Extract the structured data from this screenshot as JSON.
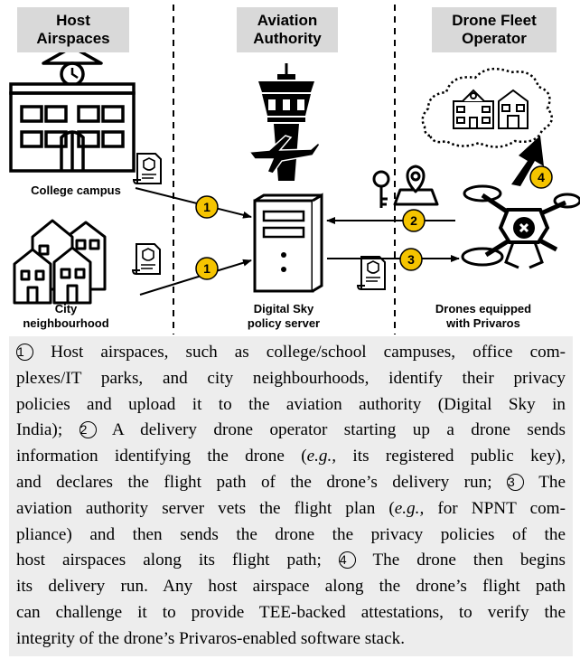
{
  "headers": {
    "host": [
      "Host",
      "Airspaces"
    ],
    "authority": [
      "Aviation",
      "Authority"
    ],
    "operator": [
      "Drone Fleet",
      "Operator"
    ]
  },
  "labels": {
    "college": "College campus",
    "city": [
      "City",
      "neighbourhood"
    ],
    "server": [
      "Digital Sky",
      "policy server"
    ],
    "drones": [
      "Drones equipped",
      "with Privaros"
    ]
  },
  "steps": [
    "1",
    "1",
    "2",
    "3",
    "4"
  ],
  "colors": {
    "step_fill": "#f5c400",
    "header_bg": "#d9d9d9",
    "caption_bg": "#ededed"
  },
  "caption": {
    "lines": [
      "Host airspaces, such as college/school campuses, office com-",
      "plexes/IT parks, and city neighbourhoods, identify their privacy",
      "policies and upload it to the aviation authority (Digital Sky in",
      "India);",
      "A delivery drone operator starting up a drone sends",
      "information identifying the drone (",
      "e.g.,",
      " its registered public key),",
      "and declares the flight path of the drone’s delivery run;",
      "The",
      "aviation authority server vets the flight plan (",
      "e.g.,",
      " for NPNT com-",
      "pliance) and then sends the drone the privacy policies of the",
      "host airspaces along its flight path;",
      "The drone then begins",
      "its delivery run. Any host airspace along the drone’s flight path",
      "can challenge it to provide TEE-backed attestations, to verify the",
      "integrity of the drone’s Privaros-enabled software stack."
    ],
    "markers": [
      "1",
      "2",
      "3",
      "4"
    ]
  }
}
